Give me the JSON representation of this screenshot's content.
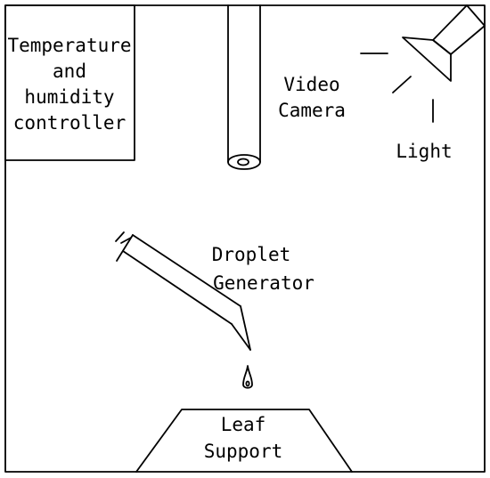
{
  "diagram": {
    "controller_label": [
      "Temperature",
      "and",
      "humidity",
      "controller"
    ],
    "camera_label": [
      "Video",
      "Camera"
    ],
    "light_label": "Light",
    "droplet_generator_label": [
      "Droplet",
      "Generator"
    ],
    "leaf_support_label": [
      "Leaf",
      "Support"
    ]
  }
}
